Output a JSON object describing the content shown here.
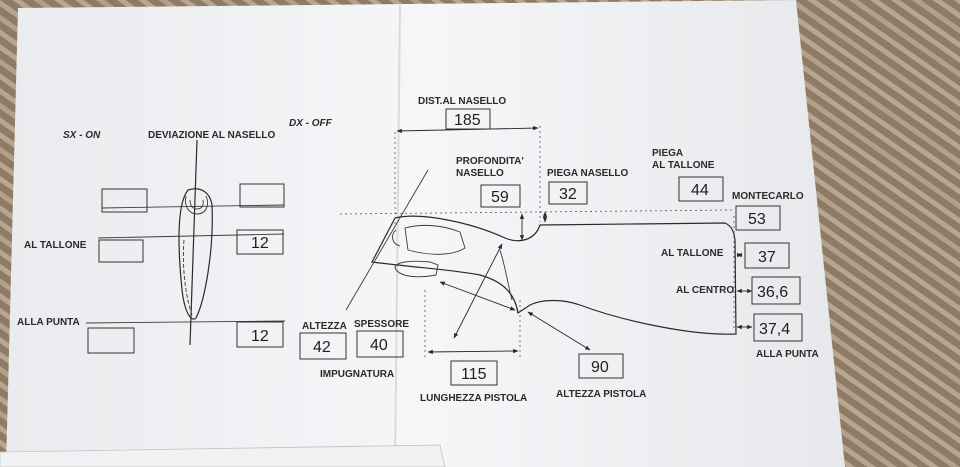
{
  "labels": {
    "sx_on": "SX - ON",
    "deviazione": "DEVIAZIONE AL NASELLO",
    "dx_off": "DX - OFF",
    "al_tallone_left": "AL TALLONE",
    "alla_punta_left": "ALLA PUNTA",
    "dist_nasello": "DIST.AL NASELLO",
    "profondita_1": "PROFONDITA'",
    "profondita_2": "NASELLO",
    "piega_nasello": "PIEGA NASELLO",
    "piega_tallone_1": "PIEGA",
    "piega_tallone_2": "AL TALLONE",
    "montecarlo": "MONTECARLO",
    "al_tallone_right": "AL TALLONE",
    "al_centro": "AL CENTRO",
    "alla_punta_right": "ALLA PUNTA",
    "altezza": "ALTEZZA",
    "spessore": "SPESSORE",
    "impugnatura": "IMPUGNATURA",
    "lunghezza_pistola": "LUNGHEZZA PISTOLA",
    "altezza_pistola": "ALTEZZA PISTOLA"
  },
  "values": {
    "deviazione_tallone": "12",
    "deviazione_punta": "12",
    "dist_nasello": "185",
    "profondita_nasello": "59",
    "piega_nasello": "32",
    "piega_tallone": "44",
    "montecarlo": "53",
    "al_tallone": "37",
    "al_centro": "36,6",
    "alla_punta": "37,4",
    "altezza": "42",
    "spessore": "40",
    "lunghezza_pistola": "115",
    "altezza_pistola": "90"
  },
  "colors": {
    "background": "#8f7f6c",
    "paper": "#f3f4f6",
    "ink": "#2a2a2a"
  }
}
